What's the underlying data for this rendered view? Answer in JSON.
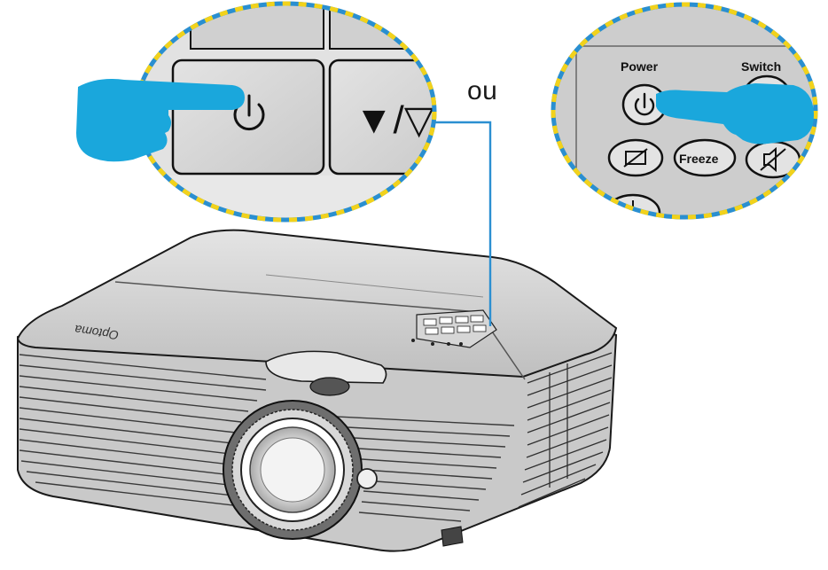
{
  "callouts": {
    "connector_word": "ou",
    "left_panel": {
      "down_key_label": "▼/▽"
    },
    "right_panel": {
      "power_label": "Power",
      "switch_label": "Switch",
      "freeze_label": "Freeze"
    }
  },
  "projector": {
    "brand_logo": "Optoma"
  },
  "colors": {
    "hand": "#1aa7dc",
    "callout_border_blue": "#2a8fd0",
    "callout_border_yellow": "#f2d21b",
    "connector_line": "#2b8fd1",
    "panel_gray": "#d9d9d9",
    "body_gray": "#bdbdbd"
  },
  "icons": [
    "power-icon",
    "hand-pointer-icon",
    "no-image-icon",
    "mute-icon"
  ]
}
